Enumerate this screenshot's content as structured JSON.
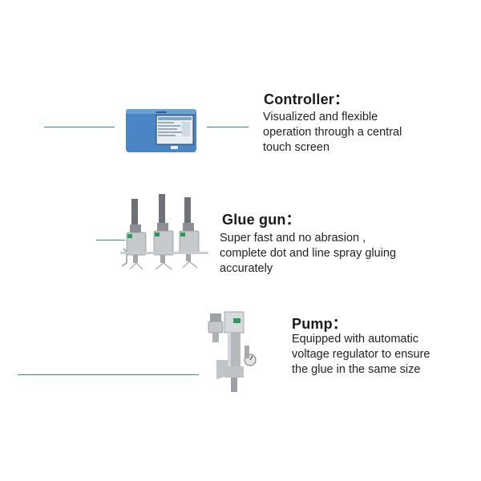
{
  "sections": [
    {
      "title": "Controller：",
      "description_lines": [
        "Visualized and flexible",
        "operation through a central",
        "touch screen"
      ]
    },
    {
      "title": "Glue gun：",
      "description_lines": [
        "Super fast and no abrasion ,",
        "complete dot and line spray gluing",
        "accurately"
      ]
    },
    {
      "title": "Pump：",
      "description_lines": [
        "Equipped with automatic",
        "voltage regulator to ensure",
        "the glue in the same size"
      ]
    }
  ],
  "colors": {
    "connector_line": "#2f8f8c",
    "controller_body": "#4a86c5",
    "steel": "#b9bcbf",
    "label_green": "#2e9a5a"
  },
  "icons": [
    "controller-device-icon",
    "glue-gun-icon",
    "pump-icon"
  ]
}
